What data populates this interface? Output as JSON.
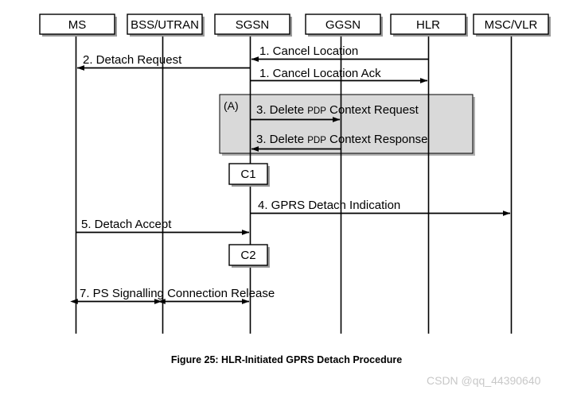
{
  "figure": {
    "caption": "Figure 25: HLR-Initiated GPRS Detach Procedure",
    "watermark": "CSDN @qq_44390640",
    "background_color": "#ffffff",
    "line_color": "#000000",
    "group_fill_color": "#d9d9d9",
    "watermark_color": "#c8c8c8"
  },
  "actors": [
    {
      "id": "ms",
      "label": "MS"
    },
    {
      "id": "bss",
      "label": "BSS/UTRAN"
    },
    {
      "id": "sgsn",
      "label": "SGSN"
    },
    {
      "id": "ggsn",
      "label": "GGSN"
    },
    {
      "id": "hlr",
      "label": "HLR"
    },
    {
      "id": "mscvlr",
      "label": "MSC/VLR"
    }
  ],
  "messages": [
    {
      "id": "m1",
      "label": "1. Cancel Location",
      "from": "hlr",
      "to": "sgsn",
      "direction": "left"
    },
    {
      "id": "m2",
      "label": "2. Detach Request",
      "from": "sgsn",
      "to": "ms",
      "direction": "left"
    },
    {
      "id": "m3",
      "label": "1. Cancel Location Ack",
      "from": "sgsn",
      "to": "hlr",
      "direction": "right"
    },
    {
      "id": "m4",
      "label_pre": "3. Delete ",
      "label_small": "PDP",
      "label_post": " Context Request",
      "from": "sgsn",
      "to": "ggsn",
      "direction": "right"
    },
    {
      "id": "m5",
      "label_pre": "3. Delete ",
      "label_small": "PDP",
      "label_post": " Context Response",
      "from": "ggsn",
      "to": "sgsn",
      "direction": "left"
    },
    {
      "id": "m6",
      "label": "4. GPRS Detach Indication",
      "from": "sgsn",
      "to": "mscvlr",
      "direction": "right"
    },
    {
      "id": "m7",
      "label": "5. Detach Accept",
      "from": "ms",
      "to": "sgsn",
      "direction": "right"
    },
    {
      "id": "m8",
      "label": "7. PS Signalling Connection Release",
      "from": "ms",
      "to": "sgsn",
      "direction": "both"
    }
  ],
  "conditions": [
    {
      "id": "c1",
      "label": "C1"
    },
    {
      "id": "c2",
      "label": "C2"
    }
  ],
  "groups": [
    {
      "id": "a",
      "tag": "(A)"
    }
  ]
}
